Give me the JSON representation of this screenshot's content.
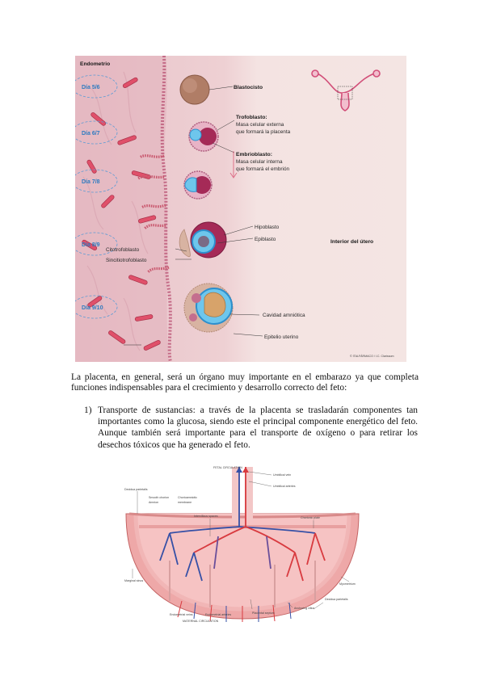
{
  "figure1": {
    "endometrio": "Endometrio",
    "days": [
      "Día 5/6",
      "Día 6/7",
      "Día 7/8",
      "Día 8/9",
      "Día 9/10"
    ],
    "blastocisto": "Blastocisto",
    "trofoblasto_title": "Trofoblasto:",
    "trofoblasto_l1": "Masa celular externa",
    "trofoblasto_l2": "que formará la placenta",
    "embrioblasto_title": "Embrioblasto:",
    "embrioblasto_l1": "Masa celular interna",
    "embrioblasto_l2": "que formará el embrión",
    "hipoblasto": "Hipoblasto",
    "epiblasto": "Epiblasto",
    "citotrofoblasto": "Citotrofoblasto",
    "sincitiotrofoblasto": "Sincitiotrofoblasto",
    "interior": "Interior del útero",
    "cavidad": "Cavidad amniótica",
    "epitelio": "Epitelio uterino",
    "credit": "© ITALFÁRMACO / I.C. Clarissom"
  },
  "paragraph": "La placenta, en general, será un órgano muy importante en el embarazo ya que completa funciones indispensables para el crecimiento y desarrollo correcto del feto:",
  "list": [
    {
      "num": "1)",
      "text": "Transporte de sustancias: a través de la placenta se trasladarán componentes tan importantes como la glucosa, siendo este el principal componente energético del feto. Aunque también será importante para el transporte de oxígeno o para retirar los desechos tóxicos que ha generado el feto."
    }
  ],
  "figure2": {
    "fetal": "FETAL CIRCULATION",
    "umb_vein": "Umbilical vein",
    "umb_arteries": "Umbilical arteries",
    "decidua_top": "Decidua parietalis",
    "smooth": "Smooth chorion",
    "amnion": "Amnion",
    "chorioamniotic": "Chorioamniotic",
    "membrane": "membrane",
    "intervillous": "Intervillous spaces",
    "chorionic": "Chorionic plate",
    "marginal": "Marginal sinus",
    "myometrium": "Myometrium",
    "decidua_bottom": "Decidua parietalis",
    "anchoring": "Anchoring villus",
    "placental_septum": "Placental septum",
    "endo_veins": "Endometrial veins",
    "endo_arteries": "Endometrial arteries",
    "maternal": "MATERNAL CIRCULATION"
  },
  "colors": {
    "wall": "#d58ea1",
    "epithelium": "#ef9db4",
    "gland": "#e0506a",
    "blastocyst": "#b07d66",
    "embryo": "#a52a57",
    "epiblast": "#3ea7dc",
    "artery": "#d83a3f",
    "vein": "#3650a6",
    "placenta": "#f6c3c3"
  }
}
